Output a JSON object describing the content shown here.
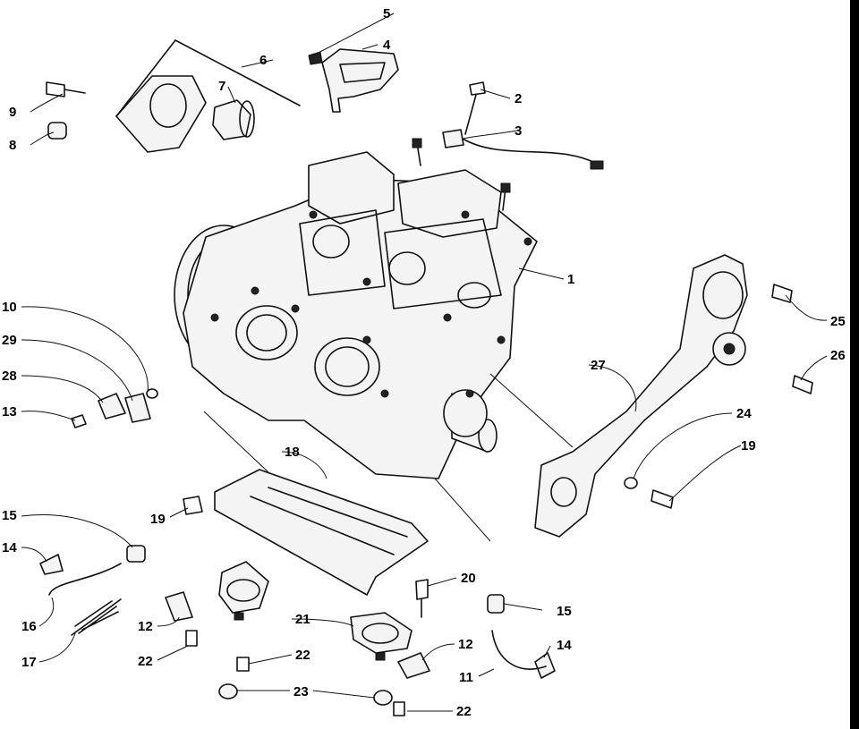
{
  "diagram": {
    "type": "exploded-parts-diagram",
    "subject": "engine assembly",
    "edge_bar_color": "#000000",
    "callouts": [
      "1",
      "2",
      "3",
      "4",
      "5",
      "6",
      "7",
      "8",
      "9",
      "10",
      "11",
      "12",
      "12",
      "13",
      "14",
      "14",
      "15",
      "15",
      "16",
      "17",
      "18",
      "19",
      "19",
      "20",
      "21",
      "22",
      "22",
      "22",
      "23",
      "24",
      "25",
      "26",
      "27",
      "28",
      "29"
    ]
  }
}
